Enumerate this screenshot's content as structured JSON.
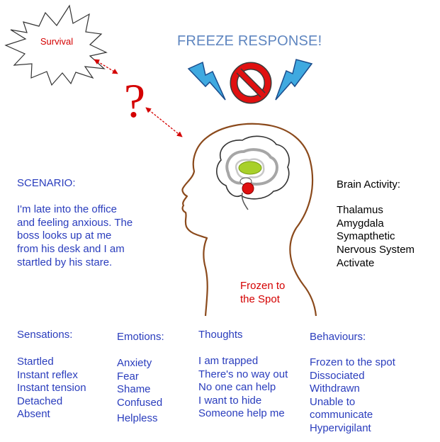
{
  "starburst_label": "Survival",
  "question_mark": "?",
  "title": "FREEZE RESPONSE!",
  "scenario": {
    "heading": "SCENARIO:",
    "lines": [
      "I'm late into the office",
      "and feeling anxious. The",
      "boss looks up at me",
      "from his desk and I am",
      "startled by his stare."
    ]
  },
  "brain_activity": {
    "heading": "Brain Activity:",
    "lines": [
      "Thalamus",
      "Amygdala",
      "Symapthetic",
      "Nervous System",
      "Activate"
    ]
  },
  "frozen_label": [
    "Frozen to",
    "the Spot"
  ],
  "sensations": {
    "heading": "Sensations:",
    "items": [
      "Startled",
      "Instant reflex",
      "Instant tension",
      "Detached",
      "Absent"
    ]
  },
  "emotions": {
    "heading": "Emotions:",
    "items": [
      "Anxiety",
      "Fear",
      "Shame",
      "Confused",
      "Helpless"
    ]
  },
  "thoughts": {
    "heading": "Thoughts",
    "items": [
      "I am trapped",
      "There's no way out",
      "No one can help",
      "I want to hide",
      "Someone help me"
    ]
  },
  "behaviours": {
    "heading": "Behaviours:",
    "items": [
      "Frozen to the spot",
      "Dissociated",
      "Withdrawn",
      "Unable to",
      "communicate",
      "Hypervigilant"
    ]
  },
  "colors": {
    "text_blue": "#2a3dbd",
    "title_blue": "#5f86c0",
    "red": "#d40000",
    "head_outline": "#8b4a1c",
    "thalamus": "#a8d02a",
    "amygdala": "#e01010",
    "lightning": "#3fa9e0"
  },
  "icons": [
    "starburst-icon",
    "question-mark-icon",
    "lightning-bolt-icon",
    "no-symbol-icon",
    "head-silhouette-icon",
    "brain-icon"
  ]
}
